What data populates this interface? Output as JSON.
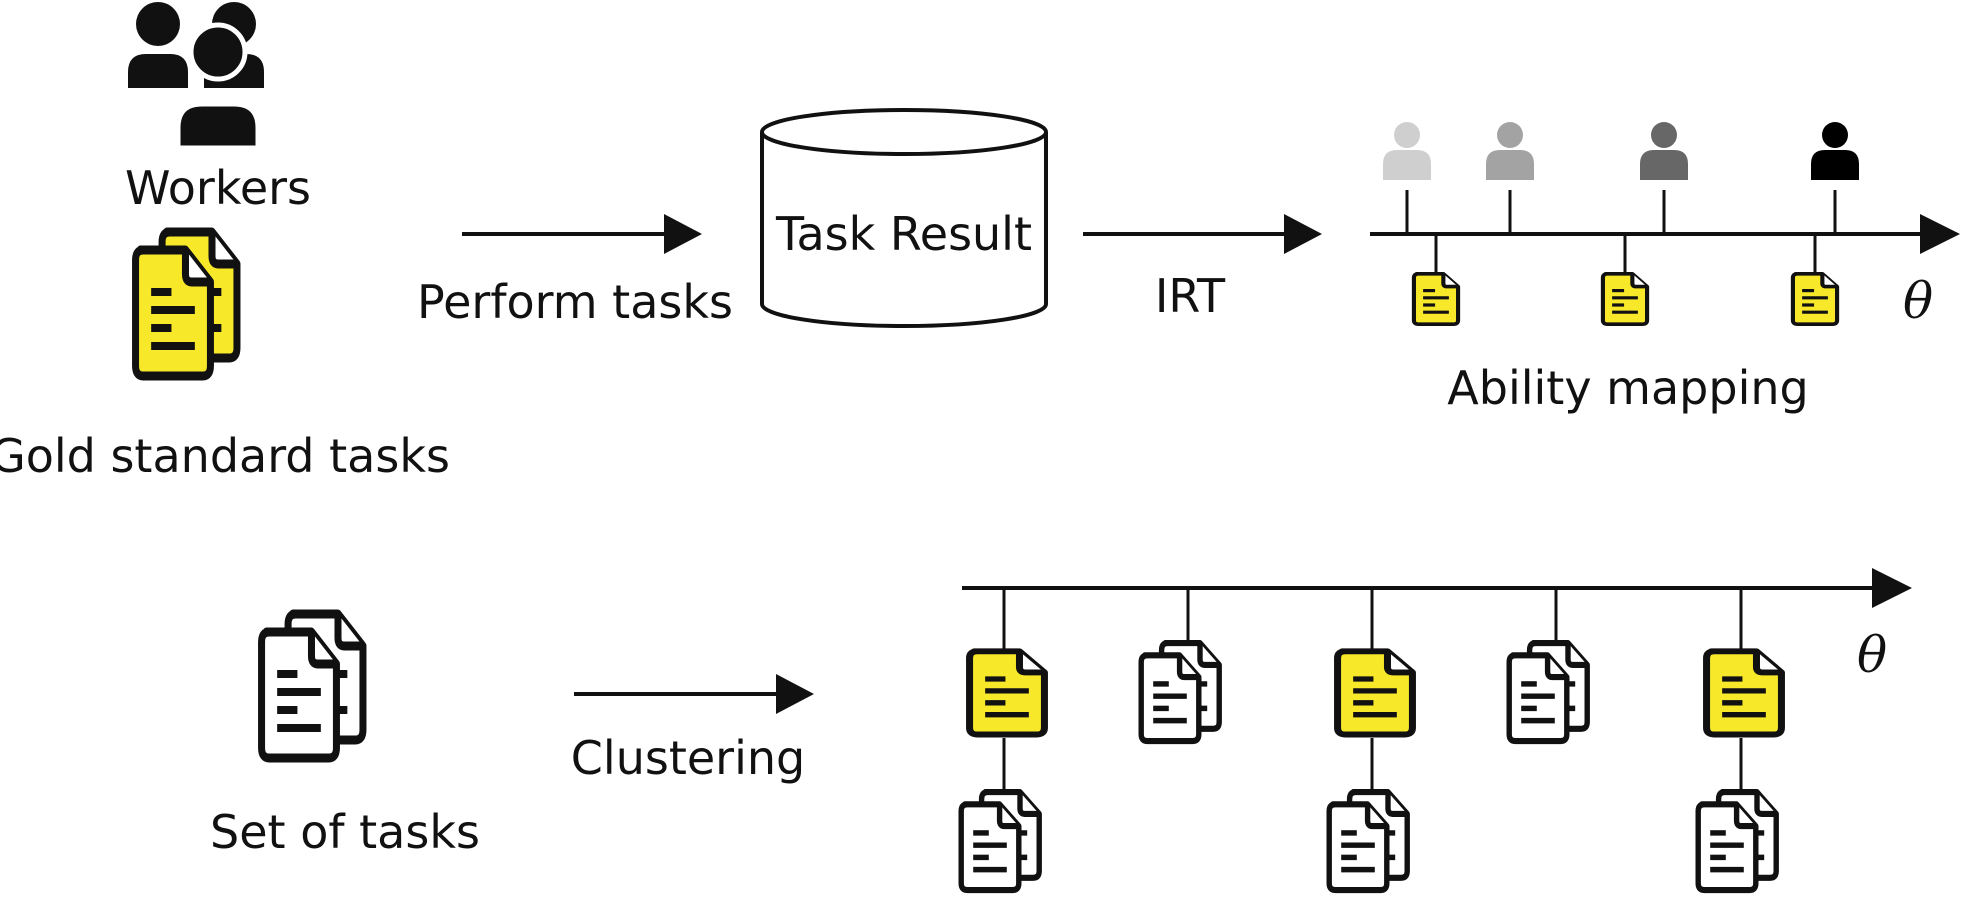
{
  "labels": {
    "workers": "Workers",
    "gold_standard_tasks": "Gold standard tasks",
    "perform_tasks": "Perform tasks",
    "task_result": "Task Result",
    "irt": "IRT",
    "ability_mapping": "Ability mapping",
    "set_of_tasks": "Set of tasks",
    "clustering": "Clustering",
    "theta_top": "θ",
    "theta_bottom": "θ"
  },
  "colors": {
    "gold": "#f7e92a",
    "ink": "#111111",
    "worker_shades": [
      "#cfcfcf",
      "#a3a3a3",
      "#676767",
      "#000000"
    ]
  },
  "icons": {
    "workers": "people-group-icon",
    "gold_tasks": "document-stack-icon",
    "database": "database-cylinder-icon",
    "worker": "person-icon",
    "document": "document-icon"
  }
}
